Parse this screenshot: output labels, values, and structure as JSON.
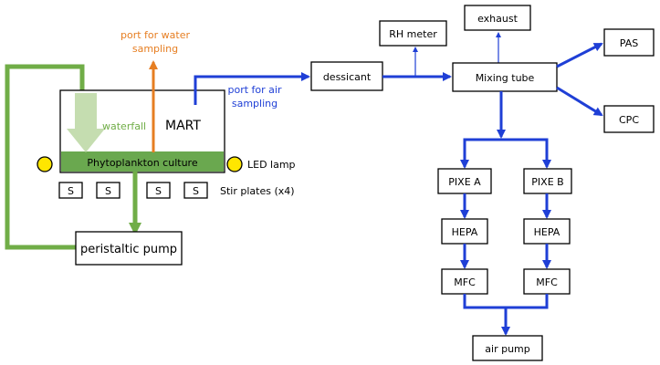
{
  "colors": {
    "water": "#70AD47",
    "water_light": "#C5DDB0",
    "air": "#1F3FD6",
    "sampling_port": "#E67E22",
    "culture_fill": "#6AA84F",
    "led": "#FFE600"
  },
  "labels": {
    "water_port": [
      "port for water",
      "sampling"
    ],
    "air_port": [
      "port for air",
      "sampling"
    ],
    "mart": "MART",
    "waterfall": "waterfall",
    "culture": "Phytoplankton culture",
    "led": "LED lamp",
    "stir_plate": "S",
    "stir_caption": "Stir plates (x4)",
    "pump": "peristaltic pump",
    "dessicant": "dessicant",
    "rh_meter": "RH meter",
    "exhaust": "exhaust",
    "mixing": "Mixing tube",
    "pas": "PAS",
    "cpc": "CPC",
    "pixe_a": "PIXE A",
    "pixe_b": "PIXE B",
    "hepa_a": "HEPA",
    "hepa_b": "HEPA",
    "mfc_a": "MFC",
    "mfc_b": "MFC",
    "air_pump": "air pump"
  }
}
